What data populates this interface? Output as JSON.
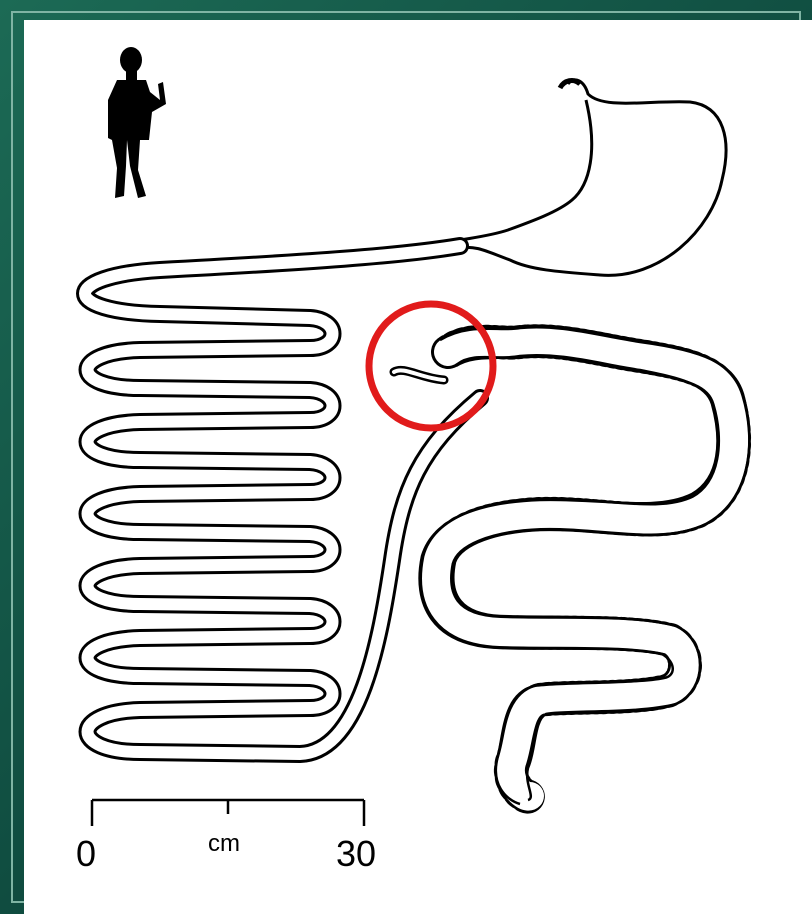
{
  "scale_bar": {
    "start_label": "0",
    "unit_label": "cm",
    "end_label": "30"
  },
  "colors": {
    "frame": "#0f4b3f",
    "frame_rule": "#7fb4a4",
    "panel": "#ffffff",
    "outline": "#000000",
    "highlight_circle": "#e11b1b"
  }
}
